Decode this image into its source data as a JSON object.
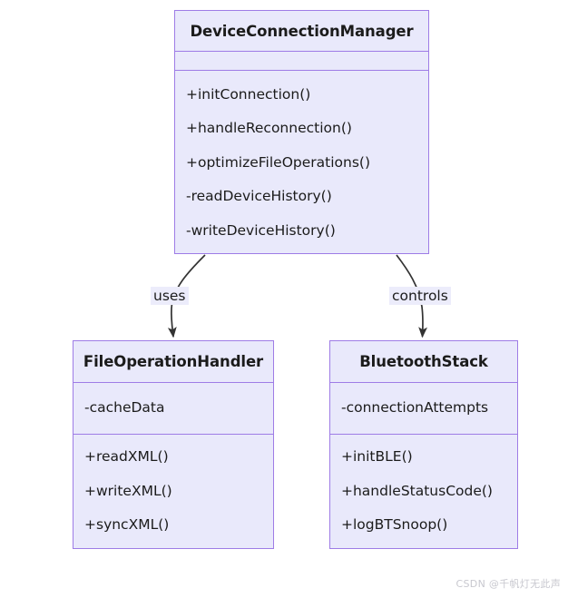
{
  "diagram": {
    "type": "uml-class-diagram",
    "background_color": "#ffffff",
    "node_fill_color": "#e9e9fb",
    "node_border_color": "#9e7ce6",
    "edge_color": "#333333",
    "label_background_color": "#ececfb",
    "classes": [
      {
        "id": "device-connection-manager",
        "name": "DeviceConnectionManager",
        "attributes": [],
        "methods": [
          "+initConnection()",
          "+handleReconnection()",
          "+optimizeFileOperations()",
          "-readDeviceHistory()",
          "-writeDeviceHistory()"
        ]
      },
      {
        "id": "file-operation-handler",
        "name": "FileOperationHandler",
        "attributes": [
          "-cacheData"
        ],
        "methods": [
          "+readXML()",
          "+writeXML()",
          "+syncXML()"
        ]
      },
      {
        "id": "bluetooth-stack",
        "name": "BluetoothStack",
        "attributes": [
          "-connectionAttempts"
        ],
        "methods": [
          "+initBLE()",
          "+handleStatusCode()",
          "+logBTSnoop()"
        ]
      }
    ],
    "relationships": [
      {
        "id": "uses",
        "label": "uses",
        "from": "DeviceConnectionManager",
        "to": "FileOperationHandler",
        "arrow": "open-arrow"
      },
      {
        "id": "controls",
        "label": "controls",
        "from": "DeviceConnectionManager",
        "to": "BluetoothStack",
        "arrow": "open-arrow"
      }
    ]
  },
  "watermark": {
    "text": "CSDN @千帆灯无此声"
  }
}
